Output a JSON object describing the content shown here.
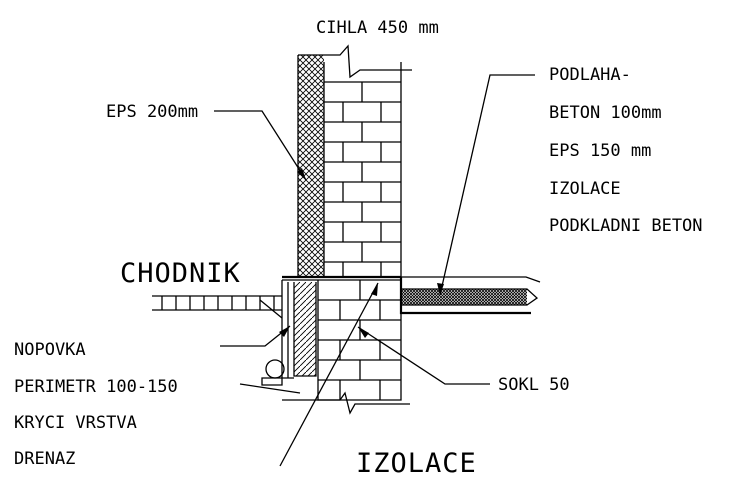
{
  "labels": {
    "cihla": "CIHLA 450 mm",
    "eps": "EPS 200mm",
    "podlaha_1": "PODLAHA-",
    "podlaha_2": "BETON 100mm",
    "podlaha_3": "EPS 150 mm",
    "podlaha_4": "IZOLACE",
    "podlaha_5": "PODKLADNI BETON",
    "chodnik": "CHODNIK",
    "left_1": "NOPOVKA",
    "left_2": "PERIMETR 100-150",
    "left_3": "KRYCI VRSTVA",
    "left_4": "DRENAZ",
    "sokl": "SOKL 50",
    "izolace": "IZOLACE"
  }
}
